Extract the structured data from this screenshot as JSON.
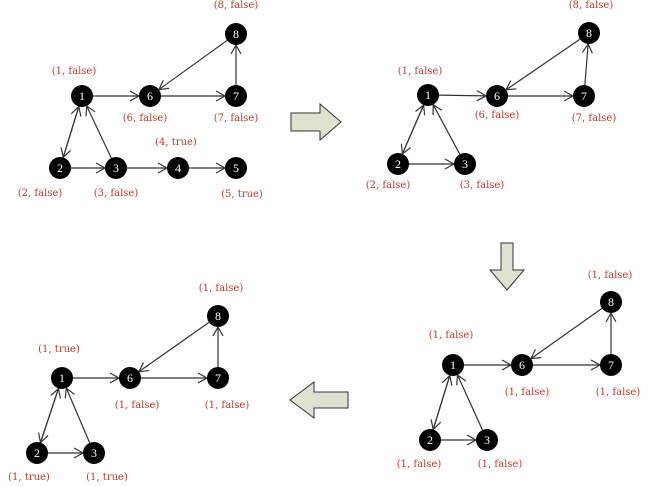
{
  "colors": {
    "node": "#000000",
    "edge": "#333333",
    "label": "#c0392b",
    "arrow_fill": "#dde3cf",
    "arrow_stroke": "#333333"
  },
  "edges": [
    [
      "1",
      "6"
    ],
    [
      "6",
      "7"
    ],
    [
      "7",
      "8"
    ],
    [
      "8",
      "6"
    ],
    [
      "1",
      "2"
    ],
    [
      "2",
      "1"
    ],
    [
      "2",
      "3"
    ],
    [
      "3",
      "1"
    ]
  ],
  "panels": [
    {
      "name": "step-1",
      "nodes": [
        {
          "id": "1",
          "label": "(1, false)"
        },
        {
          "id": "2",
          "label": "(2, false)"
        },
        {
          "id": "3",
          "label": "(3, false)"
        },
        {
          "id": "4",
          "label": "(4, true)"
        },
        {
          "id": "5",
          "label": "(5, true)"
        },
        {
          "id": "6",
          "label": "(6, false)"
        },
        {
          "id": "7",
          "label": "(7, false)"
        },
        {
          "id": "8",
          "label": "(8, false)"
        }
      ],
      "extra_edges": [
        [
          "3",
          "4"
        ],
        [
          "4",
          "5"
        ]
      ]
    },
    {
      "name": "step-2",
      "nodes": [
        {
          "id": "1",
          "label": "(1, false)"
        },
        {
          "id": "2",
          "label": "(2, false)"
        },
        {
          "id": "3",
          "label": "(3, false)"
        },
        {
          "id": "6",
          "label": "(6, false)"
        },
        {
          "id": "7",
          "label": "(7, false)"
        },
        {
          "id": "8",
          "label": "(8, false)"
        }
      ],
      "extra_edges": []
    },
    {
      "name": "step-3",
      "nodes": [
        {
          "id": "1",
          "label": "(1, false)"
        },
        {
          "id": "2",
          "label": "(1, false)"
        },
        {
          "id": "3",
          "label": "(1, false)"
        },
        {
          "id": "6",
          "label": "(1, false)"
        },
        {
          "id": "7",
          "label": "(1, false)"
        },
        {
          "id": "8",
          "label": "(1, false)"
        }
      ],
      "extra_edges": []
    },
    {
      "name": "step-4",
      "nodes": [
        {
          "id": "1",
          "label": "(1, true)"
        },
        {
          "id": "2",
          "label": "(1, true)"
        },
        {
          "id": "3",
          "label": "(1, true)"
        },
        {
          "id": "6",
          "label": "(1, false)"
        },
        {
          "id": "7",
          "label": "(1, false)"
        },
        {
          "id": "8",
          "label": "(1, false)"
        }
      ],
      "extra_edges": []
    }
  ],
  "transitions": [
    {
      "direction": "right"
    },
    {
      "direction": "down"
    },
    {
      "direction": "left"
    }
  ]
}
